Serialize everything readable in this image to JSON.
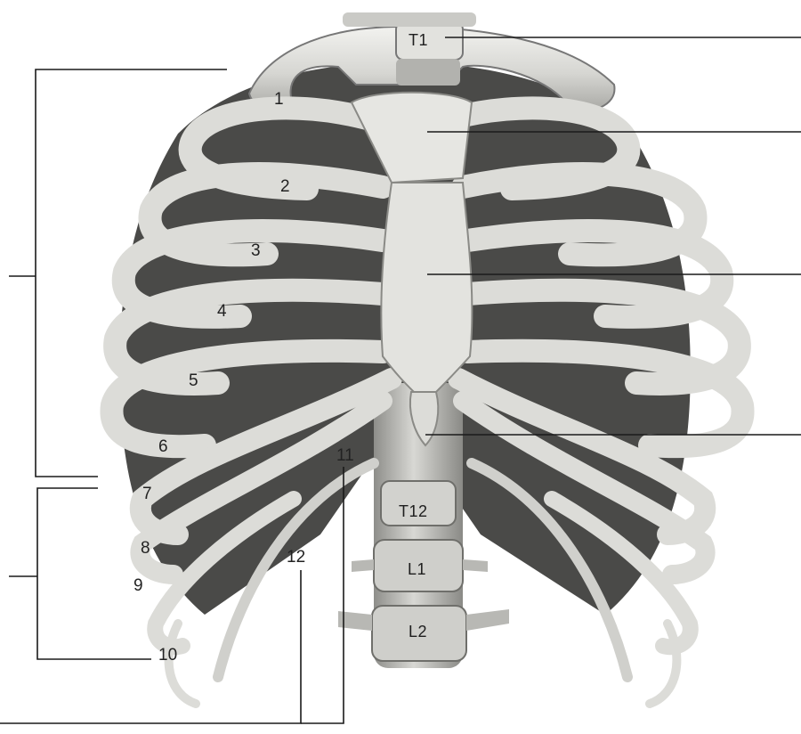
{
  "vertebrae": [
    "T1",
    "T12",
    "L1",
    "L2"
  ],
  "ribs": [
    "1",
    "2",
    "3",
    "4",
    "5",
    "6",
    "7",
    "8",
    "9",
    "10",
    "11",
    "12"
  ],
  "colors": {
    "bone": "#dcdcd8",
    "bone_shadow": "#9a9a96",
    "cartilage": "#e9e9e6",
    "gap": "#3a3a3a",
    "leader": "#1a1a1a"
  }
}
